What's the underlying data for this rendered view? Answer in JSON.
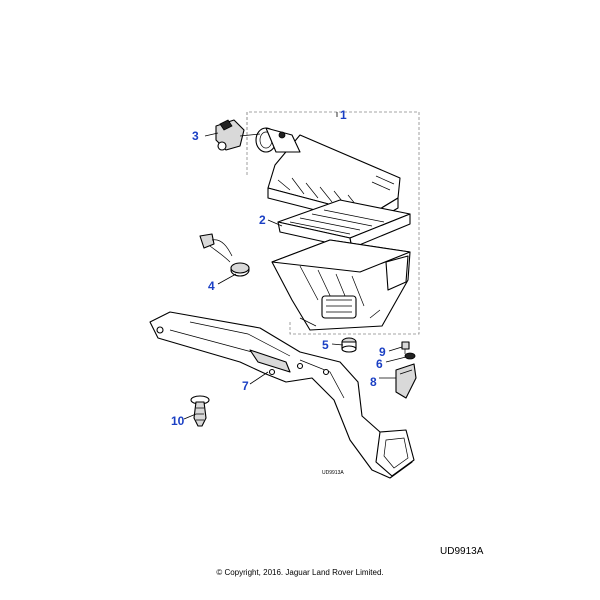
{
  "diagram": {
    "inner_ref": "UD9913A",
    "ref_code": "UD9913A",
    "copyright": "© Copyright, 2016. Jaguar Land Rover Limited."
  },
  "callouts": {
    "c1": "1",
    "c2": "2",
    "c3": "3",
    "c4": "4",
    "c5": "5",
    "c6": "6",
    "c7": "7",
    "c8": "8",
    "c9": "9",
    "c10": "10"
  },
  "colors": {
    "callout": "#1a3fc4",
    "line": "#000000",
    "background": "#ffffff"
  }
}
